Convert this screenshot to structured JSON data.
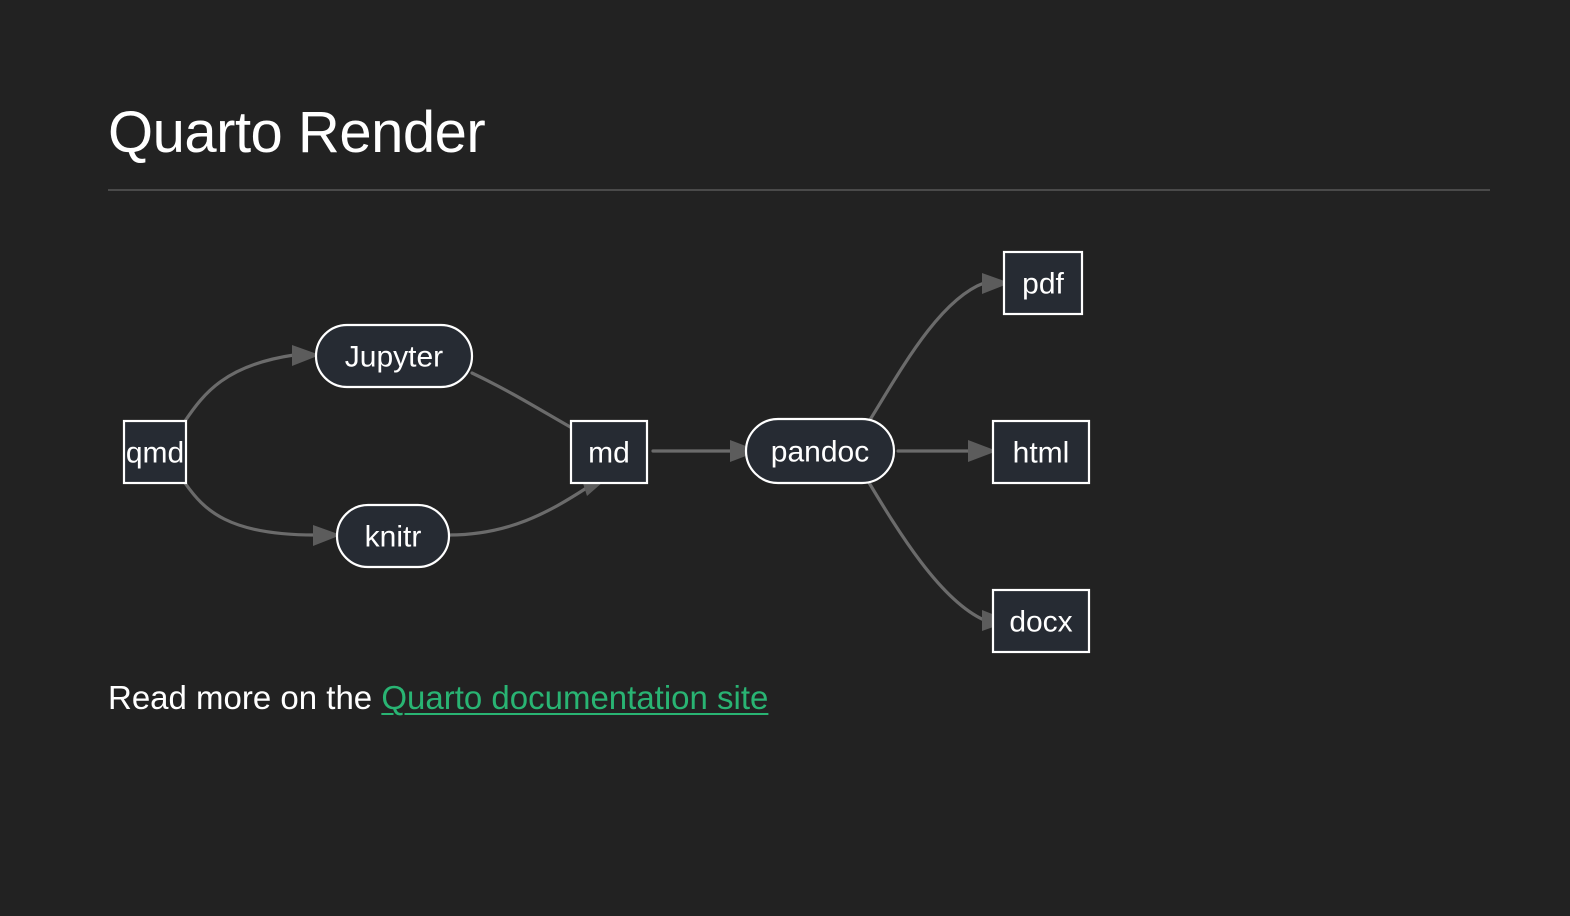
{
  "slide": {
    "title": "Quarto Render",
    "background_color": "#222222",
    "text_color": "#ffffff",
    "rule_color": "#4a4a4a"
  },
  "diagram": {
    "type": "flowchart",
    "direction": "left-to-right",
    "node_fill": "#262b33",
    "node_stroke": "#ffffff",
    "edge_color": "#6b6b6b",
    "nodes": [
      {
        "id": "qmd",
        "label": "qmd",
        "shape": "rect"
      },
      {
        "id": "jupyter",
        "label": "Jupyter",
        "shape": "stadium"
      },
      {
        "id": "knitr",
        "label": "knitr",
        "shape": "stadium"
      },
      {
        "id": "md",
        "label": "md",
        "shape": "rect"
      },
      {
        "id": "pandoc",
        "label": "pandoc",
        "shape": "stadium"
      },
      {
        "id": "pdf",
        "label": "pdf",
        "shape": "rect"
      },
      {
        "id": "html",
        "label": "html",
        "shape": "rect"
      },
      {
        "id": "docx",
        "label": "docx",
        "shape": "rect"
      }
    ],
    "edges": [
      {
        "from": "qmd",
        "to": "jupyter"
      },
      {
        "from": "qmd",
        "to": "knitr"
      },
      {
        "from": "jupyter",
        "to": "md"
      },
      {
        "from": "knitr",
        "to": "md"
      },
      {
        "from": "md",
        "to": "pandoc"
      },
      {
        "from": "pandoc",
        "to": "pdf"
      },
      {
        "from": "pandoc",
        "to": "html"
      },
      {
        "from": "pandoc",
        "to": "docx"
      }
    ]
  },
  "footer": {
    "prefix": "Read more on the ",
    "link_text": "Quarto documentation site",
    "link_color": "#29b473"
  }
}
